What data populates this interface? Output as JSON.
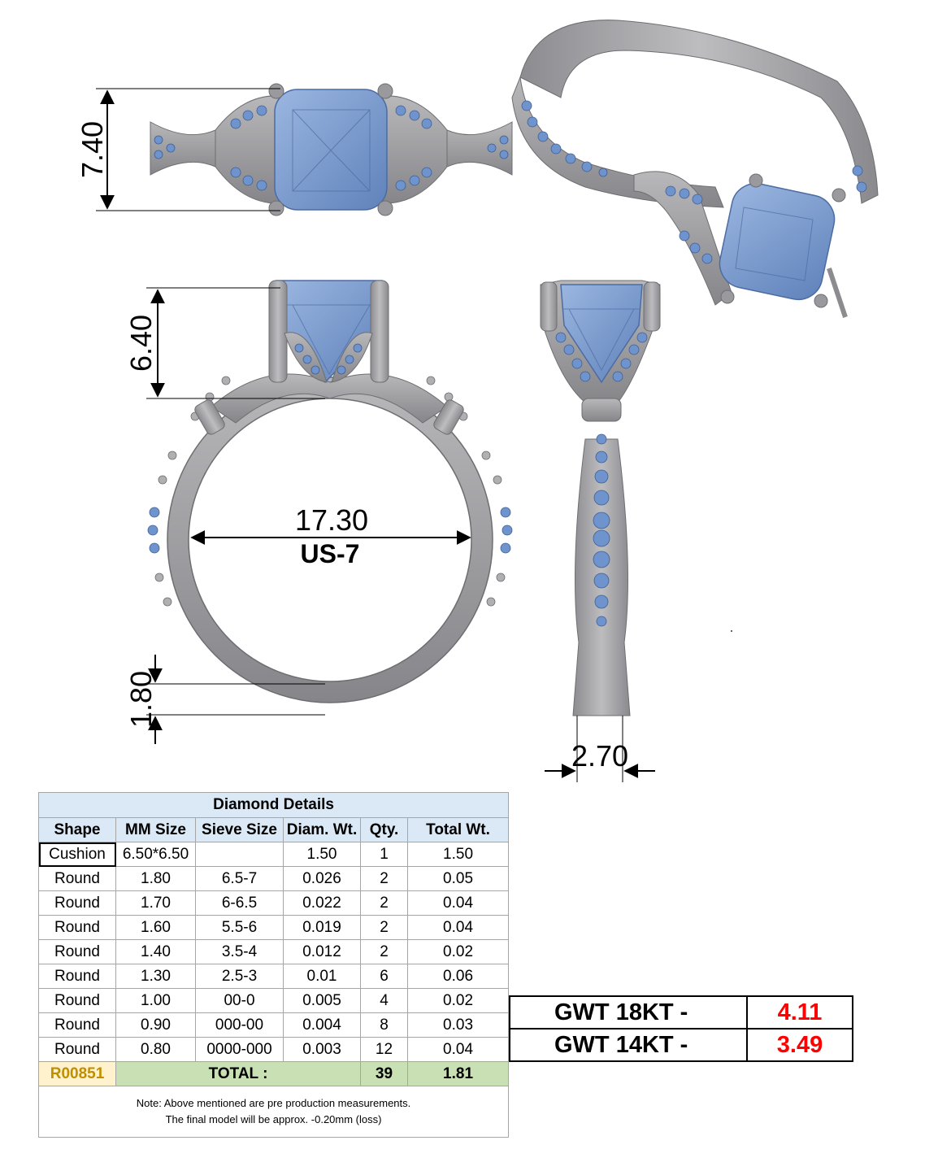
{
  "dimensions": {
    "top_height": "7.40",
    "head_height": "6.40",
    "inner_diameter": "17.30",
    "ring_size": "US-7",
    "shank_height": "1.80",
    "shank_width": "2.70"
  },
  "diamond_table": {
    "title": "Diamond Details",
    "headers": [
      "Shape",
      "MM Size",
      "Sieve Size",
      "Diam. Wt.",
      "Qty.",
      "Total Wt."
    ],
    "rows": [
      [
        "Cushion",
        "6.50*6.50",
        "",
        "1.50",
        "1",
        "1.50"
      ],
      [
        "Round",
        "1.80",
        "6.5-7",
        "0.026",
        "2",
        "0.05"
      ],
      [
        "Round",
        "1.70",
        "6-6.5",
        "0.022",
        "2",
        "0.04"
      ],
      [
        "Round",
        "1.60",
        "5.5-6",
        "0.019",
        "2",
        "0.04"
      ],
      [
        "Round",
        "1.40",
        "3.5-4",
        "0.012",
        "2",
        "0.02"
      ],
      [
        "Round",
        "1.30",
        "2.5-3",
        "0.01",
        "6",
        "0.06"
      ],
      [
        "Round",
        "1.00",
        "00-0",
        "0.005",
        "4",
        "0.02"
      ],
      [
        "Round",
        "0.90",
        "000-00",
        "0.004",
        "8",
        "0.03"
      ],
      [
        "Round",
        "0.80",
        "0000-000",
        "0.003",
        "12",
        "0.04"
      ]
    ],
    "total": {
      "code": "R00851",
      "label": "TOTAL :",
      "qty": "39",
      "weight": "1.81"
    },
    "note_line1": "Note: Above mentioned are pre production measurements.",
    "note_line2": "The final model will be approx. -0.20mm (loss)"
  },
  "gwt": [
    {
      "label": "GWT 18KT  -",
      "value": "4.11"
    },
    {
      "label": "GWT 14KT  -",
      "value": "3.49"
    }
  ],
  "colors": {
    "metal": "#a9a9ab",
    "metal_dark": "#7c7c80",
    "stone": "#7f9fcf",
    "stone_dark": "#5b7fb8",
    "gwt_value": "#ff0000"
  }
}
